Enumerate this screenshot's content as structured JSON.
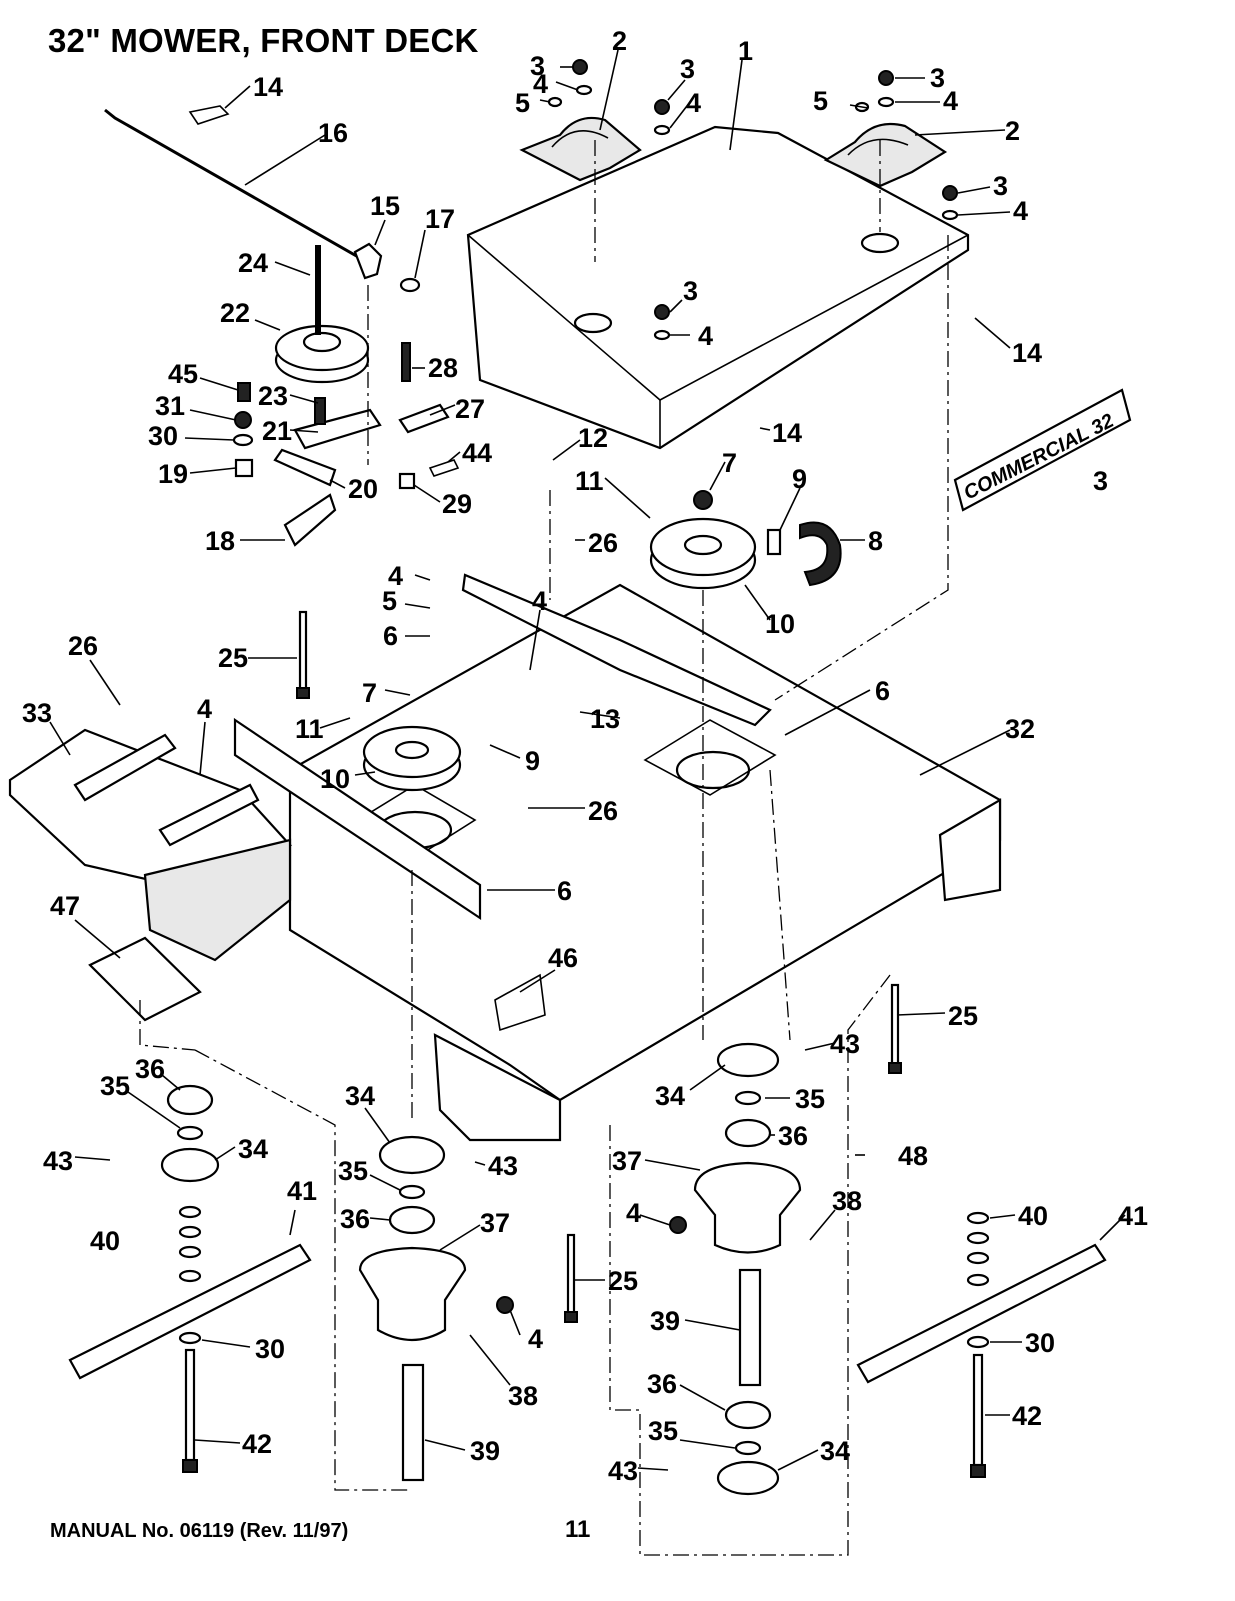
{
  "title": "32\" MOWER, FRONT DECK",
  "footer": {
    "manual": "MANUAL No. 06119 (Rev. 11/97)",
    "page": "11"
  },
  "decal_text": "COMMERCIAL 32",
  "callouts": [
    "1",
    "2",
    "3",
    "4",
    "5",
    "6",
    "7",
    "8",
    "9",
    "10",
    "11",
    "12",
    "13",
    "14",
    "15",
    "16",
    "17",
    "18",
    "19",
    "20",
    "21",
    "22",
    "23",
    "24",
    "25",
    "26",
    "27",
    "28",
    "29",
    "30",
    "31",
    "32",
    "33",
    "34",
    "35",
    "36",
    "37",
    "38",
    "39",
    "40",
    "41",
    "42",
    "43",
    "44",
    "45",
    "46",
    "47",
    "48"
  ],
  "labels": [
    {
      "n": "3"
    },
    {
      "n": "2"
    },
    {
      "n": "4"
    },
    {
      "n": "5"
    },
    {
      "n": "3"
    },
    {
      "n": "4"
    },
    {
      "n": "1"
    },
    {
      "n": "14"
    },
    {
      "n": "5"
    },
    {
      "n": "3"
    },
    {
      "n": "4"
    },
    {
      "n": "2"
    },
    {
      "n": "16"
    },
    {
      "n": "3"
    },
    {
      "n": "4"
    },
    {
      "n": "15"
    },
    {
      "n": "17"
    },
    {
      "n": "24"
    },
    {
      "n": "3"
    },
    {
      "n": "4"
    },
    {
      "n": "22"
    },
    {
      "n": "14"
    },
    {
      "n": "28"
    },
    {
      "n": "45"
    },
    {
      "n": "23"
    },
    {
      "n": "31"
    },
    {
      "n": "27"
    },
    {
      "n": "21"
    },
    {
      "n": "30"
    },
    {
      "n": "14"
    },
    {
      "n": "44"
    },
    {
      "n": "12"
    },
    {
      "n": "19"
    },
    {
      "n": "20"
    },
    {
      "n": "7"
    },
    {
      "n": "3"
    },
    {
      "n": "11"
    },
    {
      "n": "9"
    },
    {
      "n": "29"
    },
    {
      "n": "26"
    },
    {
      "n": "8"
    },
    {
      "n": "18"
    },
    {
      "n": "10"
    },
    {
      "n": "4"
    },
    {
      "n": "5"
    },
    {
      "n": "4"
    },
    {
      "n": "6"
    },
    {
      "n": "25"
    },
    {
      "n": "26"
    },
    {
      "n": "7"
    },
    {
      "n": "13"
    },
    {
      "n": "6"
    },
    {
      "n": "33"
    },
    {
      "n": "4"
    },
    {
      "n": "11"
    },
    {
      "n": "32"
    },
    {
      "n": "9"
    },
    {
      "n": "10"
    },
    {
      "n": "26"
    },
    {
      "n": "6"
    },
    {
      "n": "47"
    },
    {
      "n": "46"
    },
    {
      "n": "25"
    },
    {
      "n": "36"
    },
    {
      "n": "43"
    },
    {
      "n": "35"
    },
    {
      "n": "34"
    },
    {
      "n": "34"
    },
    {
      "n": "35"
    },
    {
      "n": "43"
    },
    {
      "n": "36"
    },
    {
      "n": "43"
    },
    {
      "n": "34"
    },
    {
      "n": "35"
    },
    {
      "n": "48"
    },
    {
      "n": "37"
    },
    {
      "n": "41"
    },
    {
      "n": "36"
    },
    {
      "n": "38"
    },
    {
      "n": "40"
    },
    {
      "n": "37"
    },
    {
      "n": "4"
    },
    {
      "n": "40"
    },
    {
      "n": "41"
    },
    {
      "n": "25"
    },
    {
      "n": "4"
    },
    {
      "n": "39"
    },
    {
      "n": "30"
    },
    {
      "n": "38"
    },
    {
      "n": "30"
    },
    {
      "n": "36"
    },
    {
      "n": "42"
    },
    {
      "n": "42"
    },
    {
      "n": "35"
    },
    {
      "n": "39"
    },
    {
      "n": "34"
    },
    {
      "n": "43"
    }
  ]
}
